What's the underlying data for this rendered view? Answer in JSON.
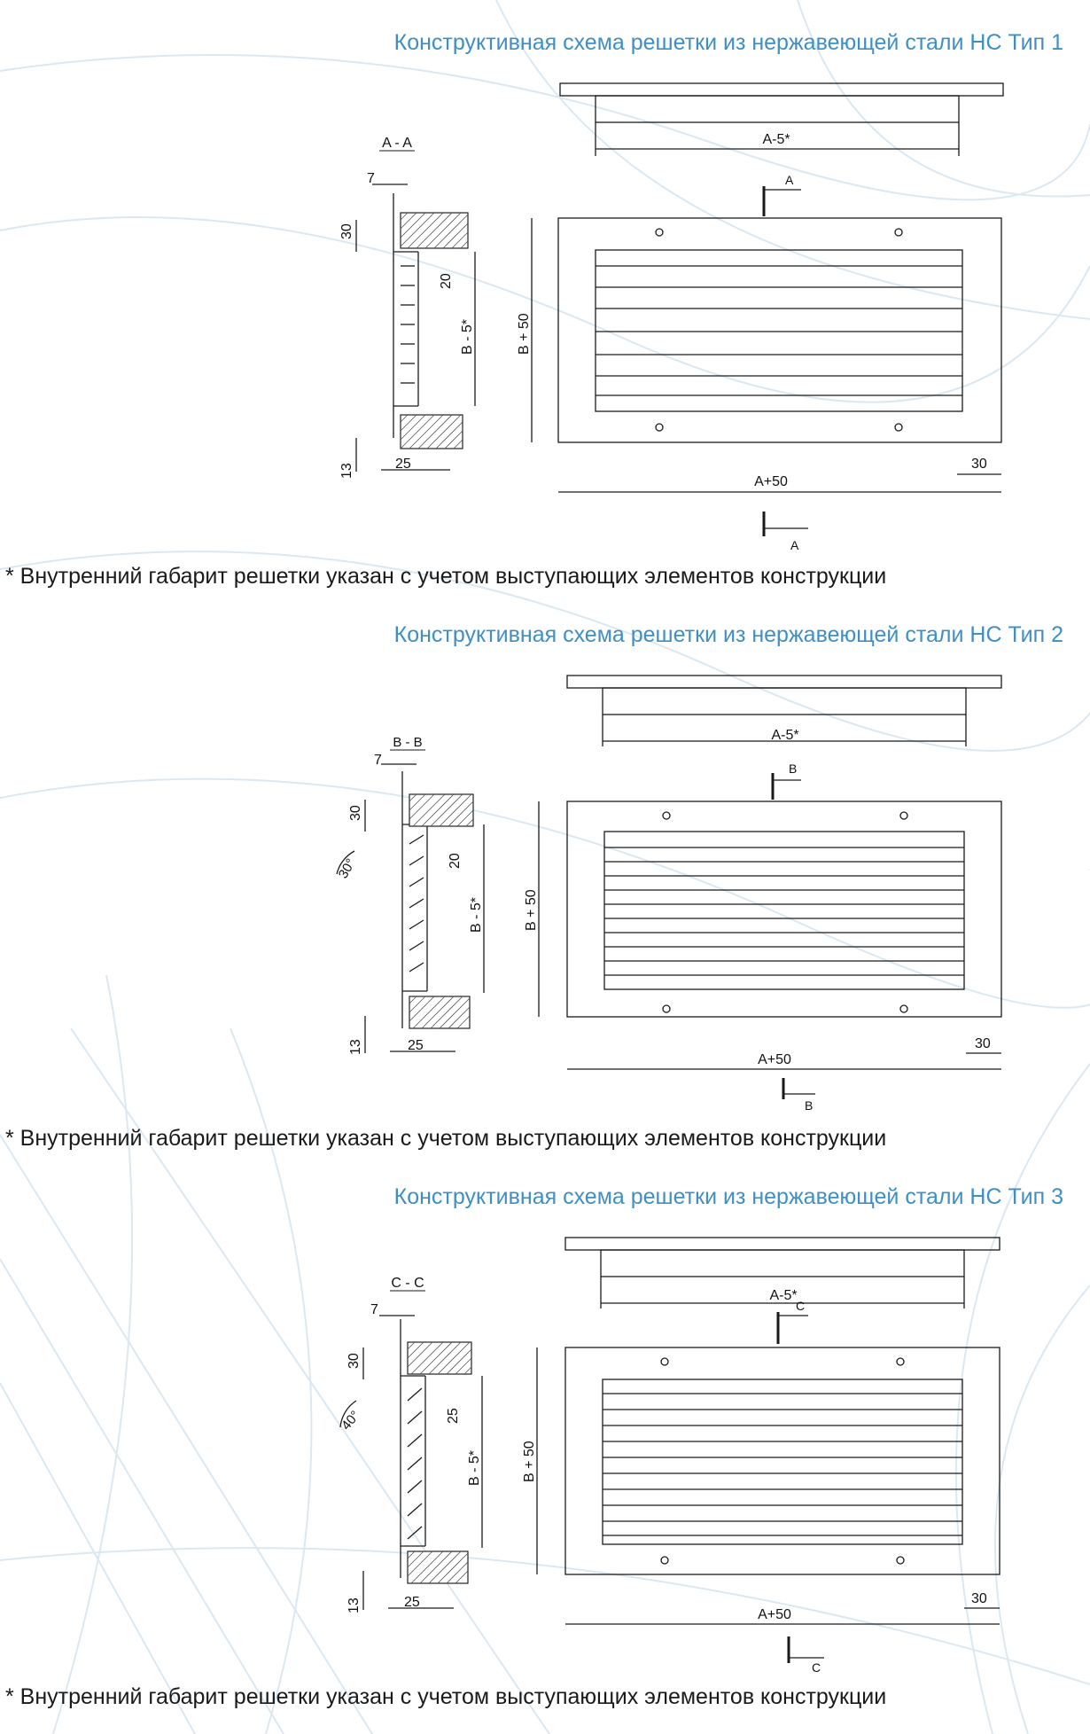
{
  "sections": [
    {
      "title": "Конструктивная схема решетки из нержавеющей стали НС Тип 1",
      "section_label": "A - A",
      "dims": {
        "d7": "7",
        "d30": "30",
        "d20": "20",
        "dB5": "B - 5*",
        "d13": "13",
        "d25": "25",
        "dA5": "A-5*",
        "dB50": "B + 50",
        "dA50": "A+50",
        "d30b": "30"
      },
      "cut_marker": "A",
      "angle": "",
      "footnote": "* Внутренний габарит решетки указан с учетом выступающих элементов конструкции"
    },
    {
      "title": "Конструктивная схема решетки из нержавеющей стали НС Тип 2",
      "section_label": "B - B",
      "dims": {
        "d7": "7",
        "d30": "30",
        "d20": "20",
        "dB5": "B - 5*",
        "d13": "13",
        "d25": "25",
        "dA5": "A-5*",
        "dB50": "B + 50",
        "dA50": "A+50",
        "d30b": "30"
      },
      "cut_marker": "B",
      "angle": "30°",
      "footnote": "* Внутренний габарит решетки указан с учетом выступающих элементов конструкции"
    },
    {
      "title": "Конструктивная схема решетки из нержавеющей стали НС Тип 3",
      "section_label": "C - C",
      "dims": {
        "d7": "7",
        "d30": "30",
        "d20": "25",
        "dB5": "B - 5*",
        "d13": "13",
        "d25": "25",
        "dA5": "A-5*",
        "dB50": "B + 50",
        "dA50": "A+50",
        "d30b": "30"
      },
      "cut_marker": "C",
      "angle": "40°",
      "footnote": "* Внутренний габарит решетки указан с учетом выступающих элементов конструкции"
    }
  ],
  "colors": {
    "title": "#3f8fc4",
    "line": "#1a1a1a",
    "pattern": "#dbe8f1"
  }
}
